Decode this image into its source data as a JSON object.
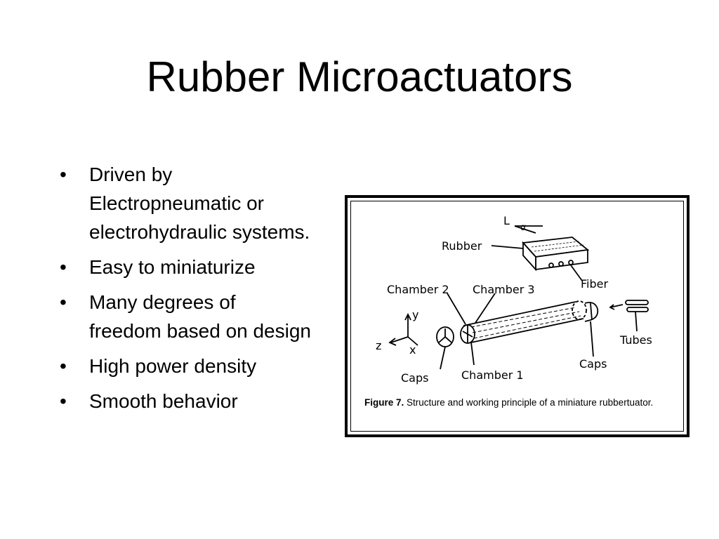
{
  "slide": {
    "title": "Rubber Microactuators",
    "bullets": [
      "Driven by Electropneumatic or electrohydraulic systems.",
      "Easy to miniaturize",
      "Many degrees of freedom based on design",
      "High power density",
      "Smooth behavior"
    ]
  },
  "figure": {
    "labels": {
      "l": "L",
      "alpha": "α",
      "rubber": "Rubber",
      "fiber": "Fiber",
      "chamber2": "Chamber 2",
      "chamber3": "Chamber 3",
      "chamber1": "Chamber 1",
      "y": "y",
      "z": "z",
      "x": "x",
      "caps_left": "Caps",
      "caps_right": "Caps",
      "tubes": "Tubes"
    },
    "caption_label": "Figure 7.",
    "caption_text": "Structure and working principle of a miniature rubbertuator."
  }
}
